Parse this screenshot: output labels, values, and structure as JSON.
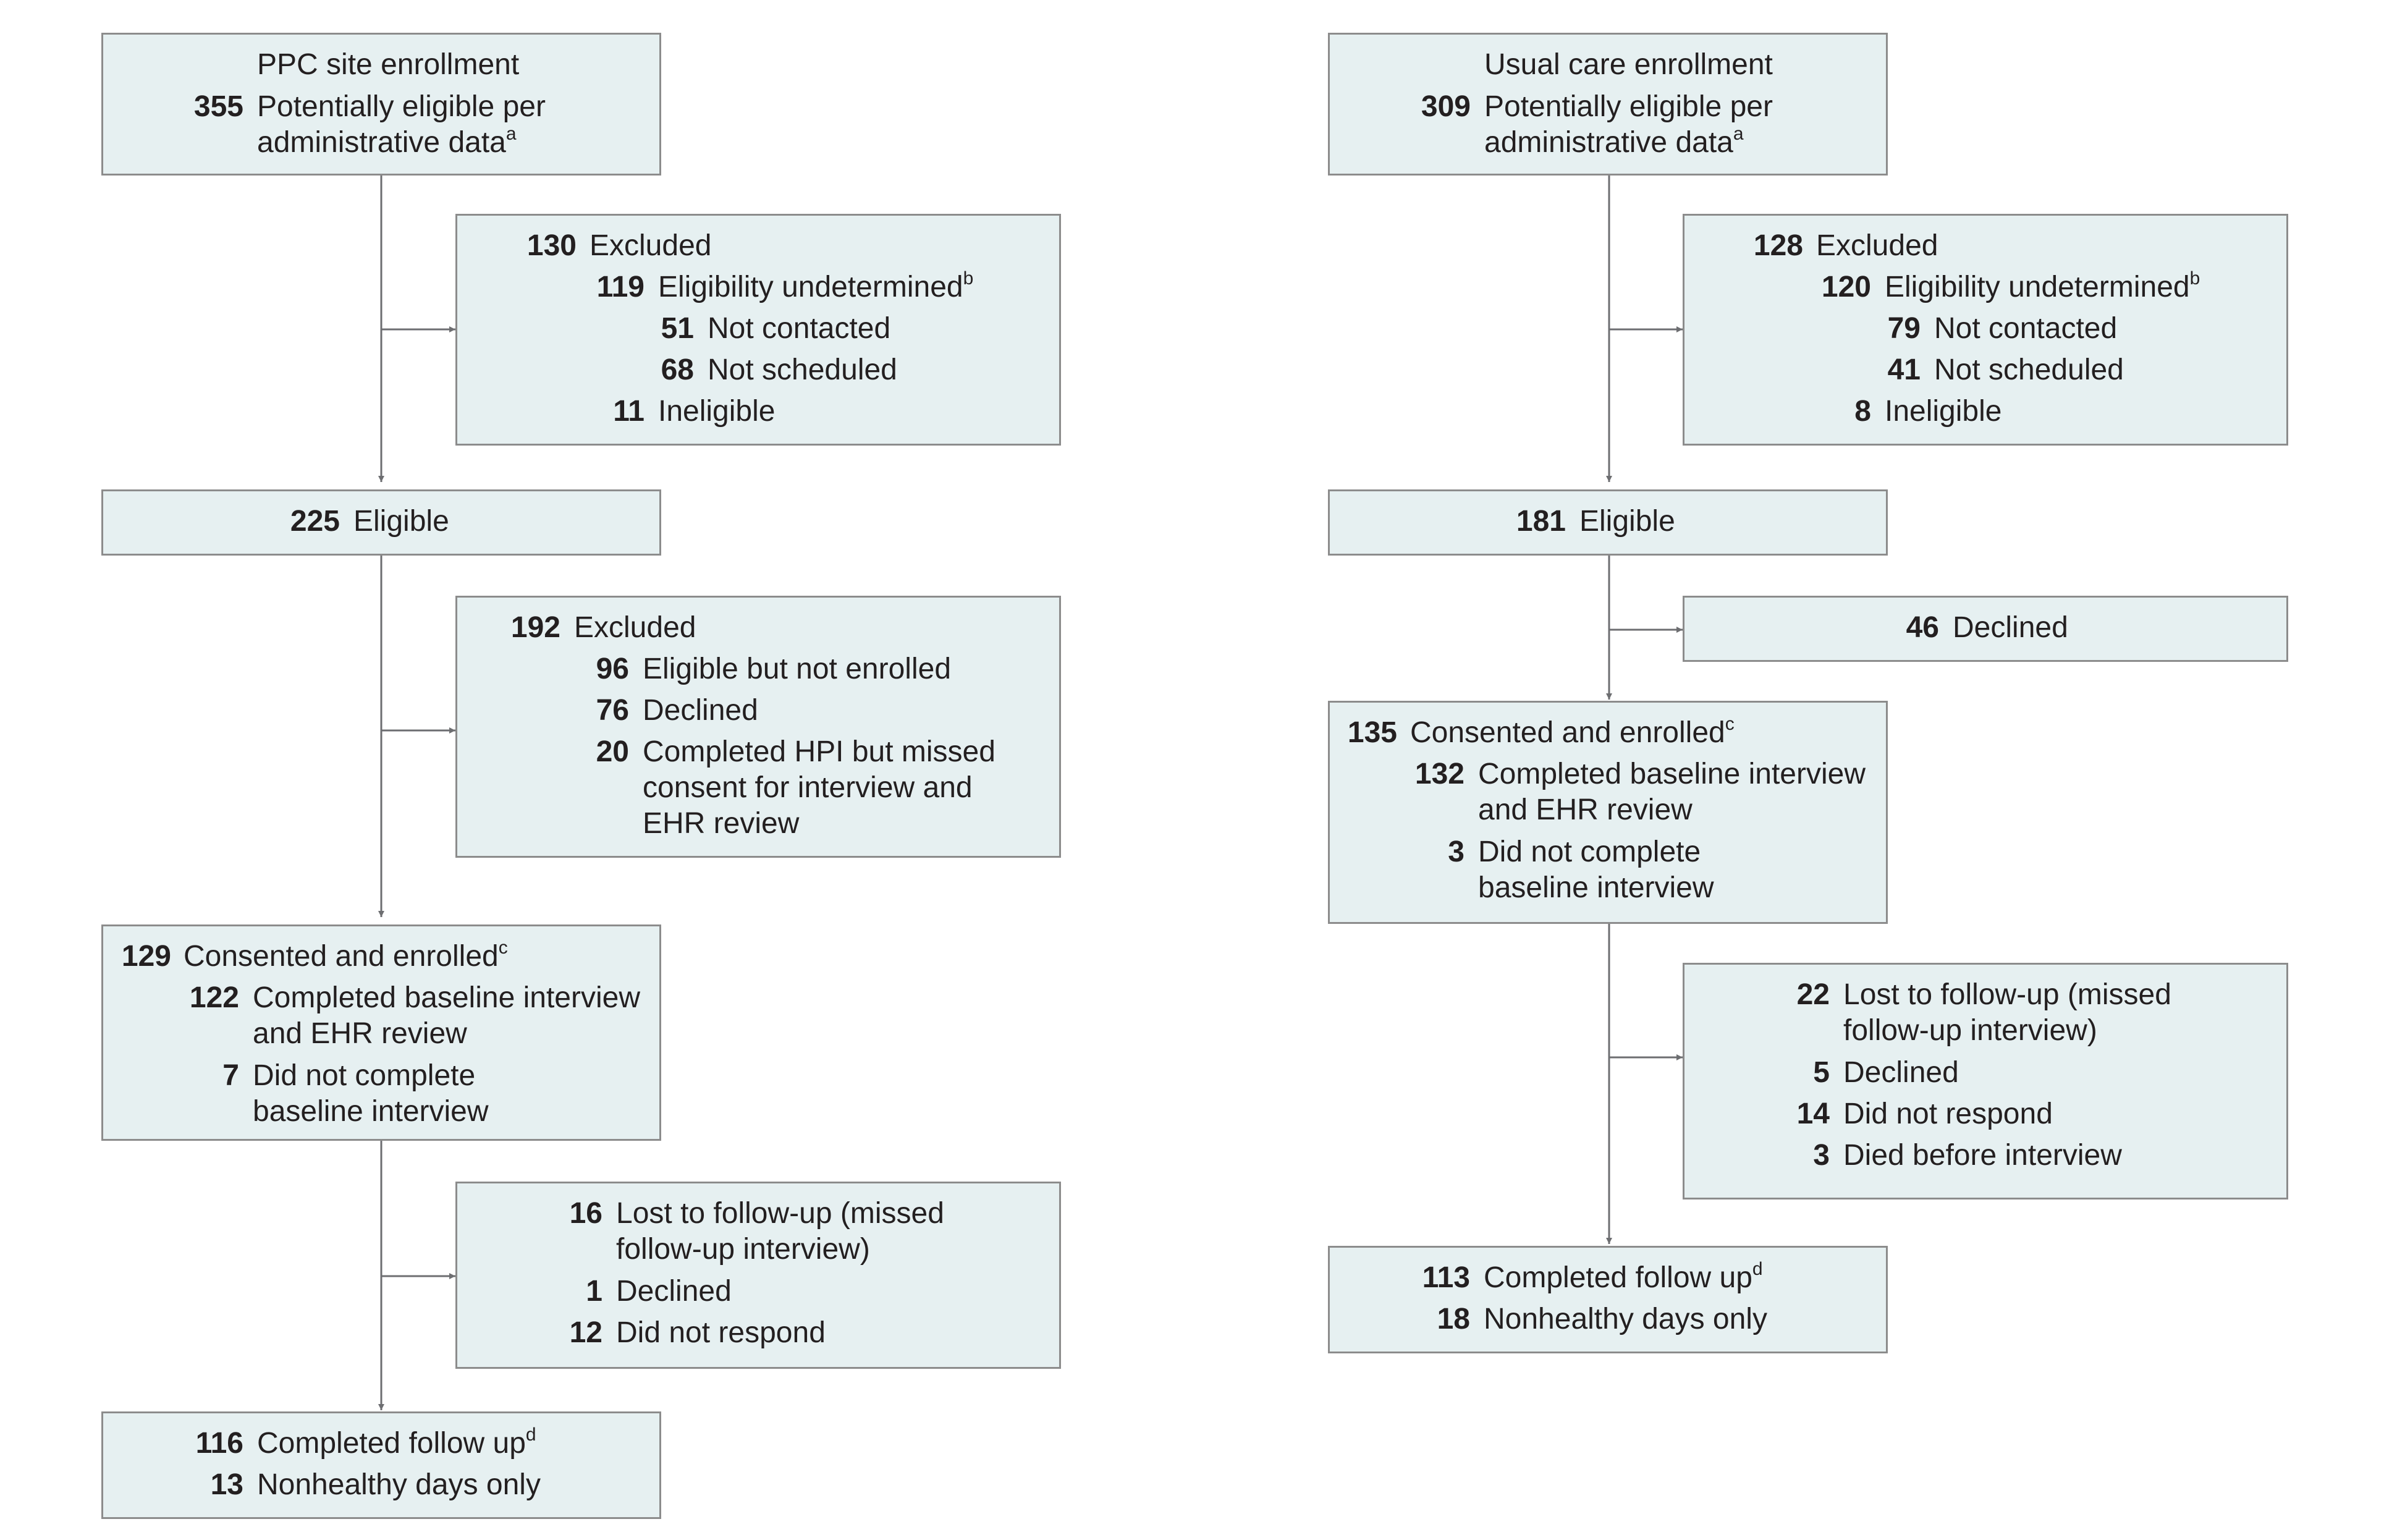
{
  "left": {
    "enrollment": {
      "title": "PPC site enrollment",
      "count": "355",
      "label_line1": "Potentially eligible per",
      "label_line2": "administrative data",
      "note": "a"
    },
    "excluded1": {
      "count": "130",
      "label": "Excluded",
      "undetermined_count": "119",
      "undetermined_label": "Eligibility undetermined",
      "undetermined_note": "b",
      "not_contacted_count": "51",
      "not_contacted_label": "Not contacted",
      "not_scheduled_count": "68",
      "not_scheduled_label": "Not scheduled",
      "ineligible_count": "11",
      "ineligible_label": "Ineligible"
    },
    "eligible": {
      "count": "225",
      "label": "Eligible"
    },
    "excluded2": {
      "count": "192",
      "label": "Excluded",
      "not_enrolled_count": "96",
      "not_enrolled_label": "Eligible but not enrolled",
      "declined_count": "76",
      "declined_label": "Declined",
      "missed_count": "20",
      "missed_line1": "Completed HPI but missed",
      "missed_line2": "consent for interview and",
      "missed_line3": "EHR review"
    },
    "consented": {
      "count": "129",
      "label": "Consented and enrolled",
      "note": "c",
      "baseline_count": "122",
      "baseline_line1": "Completed baseline interview",
      "baseline_line2": "and EHR review",
      "incomplete_count": "7",
      "incomplete_line1": "Did not complete",
      "incomplete_line2": "baseline interview"
    },
    "lost": {
      "count": "16",
      "line1": "Lost to follow-up (missed",
      "line2": "follow-up interview)",
      "declined_count": "1",
      "declined_label": "Declined",
      "no_response_count": "12",
      "no_response_label": "Did not respond"
    },
    "completed": {
      "count": "116",
      "label": "Completed follow up",
      "note": "d",
      "nonhealthy_count": "13",
      "nonhealthy_label": "Nonhealthy days only"
    }
  },
  "right": {
    "enrollment": {
      "title": "Usual care enrollment",
      "count": "309",
      "label_line1": "Potentially eligible per",
      "label_line2": "administrative data",
      "note": "a"
    },
    "excluded1": {
      "count": "128",
      "label": "Excluded",
      "undetermined_count": "120",
      "undetermined_label": "Eligibility undetermined",
      "undetermined_note": "b",
      "not_contacted_count": "79",
      "not_contacted_label": "Not contacted",
      "not_scheduled_count": "41",
      "not_scheduled_label": "Not scheduled",
      "ineligible_count": "8",
      "ineligible_label": "Ineligible"
    },
    "eligible": {
      "count": "181",
      "label": "Eligible"
    },
    "declined": {
      "count": "46",
      "label": "Declined"
    },
    "consented": {
      "count": "135",
      "label": "Consented and enrolled",
      "note": "c",
      "baseline_count": "132",
      "baseline_line1": "Completed baseline interview",
      "baseline_line2": "and EHR review",
      "incomplete_count": "3",
      "incomplete_line1": "Did not complete",
      "incomplete_line2": "baseline interview"
    },
    "lost": {
      "count": "22",
      "line1": "Lost to follow-up (missed",
      "line2": "follow-up interview)",
      "declined_count": "5",
      "declined_label": "Declined",
      "no_response_count": "14",
      "no_response_label": "Did not respond",
      "died_count": "3",
      "died_label": "Died before interview"
    },
    "completed": {
      "count": "113",
      "label": "Completed follow up",
      "note": "d",
      "nonhealthy_count": "18",
      "nonhealthy_label": "Nonhealthy days only"
    }
  },
  "colors": {
    "box_fill": "#e6f0f1",
    "box_border": "#8c8c8c",
    "connector": "#6d6e71",
    "text": "#231f20"
  }
}
